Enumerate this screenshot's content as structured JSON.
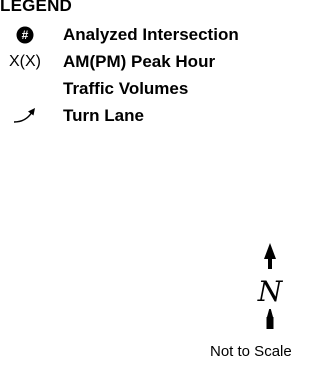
{
  "legend": {
    "title": "LEGEND",
    "items": [
      {
        "icon": "intersection-marker-icon",
        "symbol": "#",
        "label": "Analyzed Intersection"
      },
      {
        "icon": "volume-notation",
        "symbol": "X(X)",
        "label": "AM(PM) Peak Hour"
      },
      {
        "icon": "none",
        "symbol": "",
        "label": "Traffic Volumes"
      },
      {
        "icon": "turn-lane-arrow-icon",
        "symbol": "",
        "label": "Turn Lane"
      }
    ]
  },
  "north_arrow": {
    "letter": "N"
  },
  "scale_note": "Not to Scale"
}
